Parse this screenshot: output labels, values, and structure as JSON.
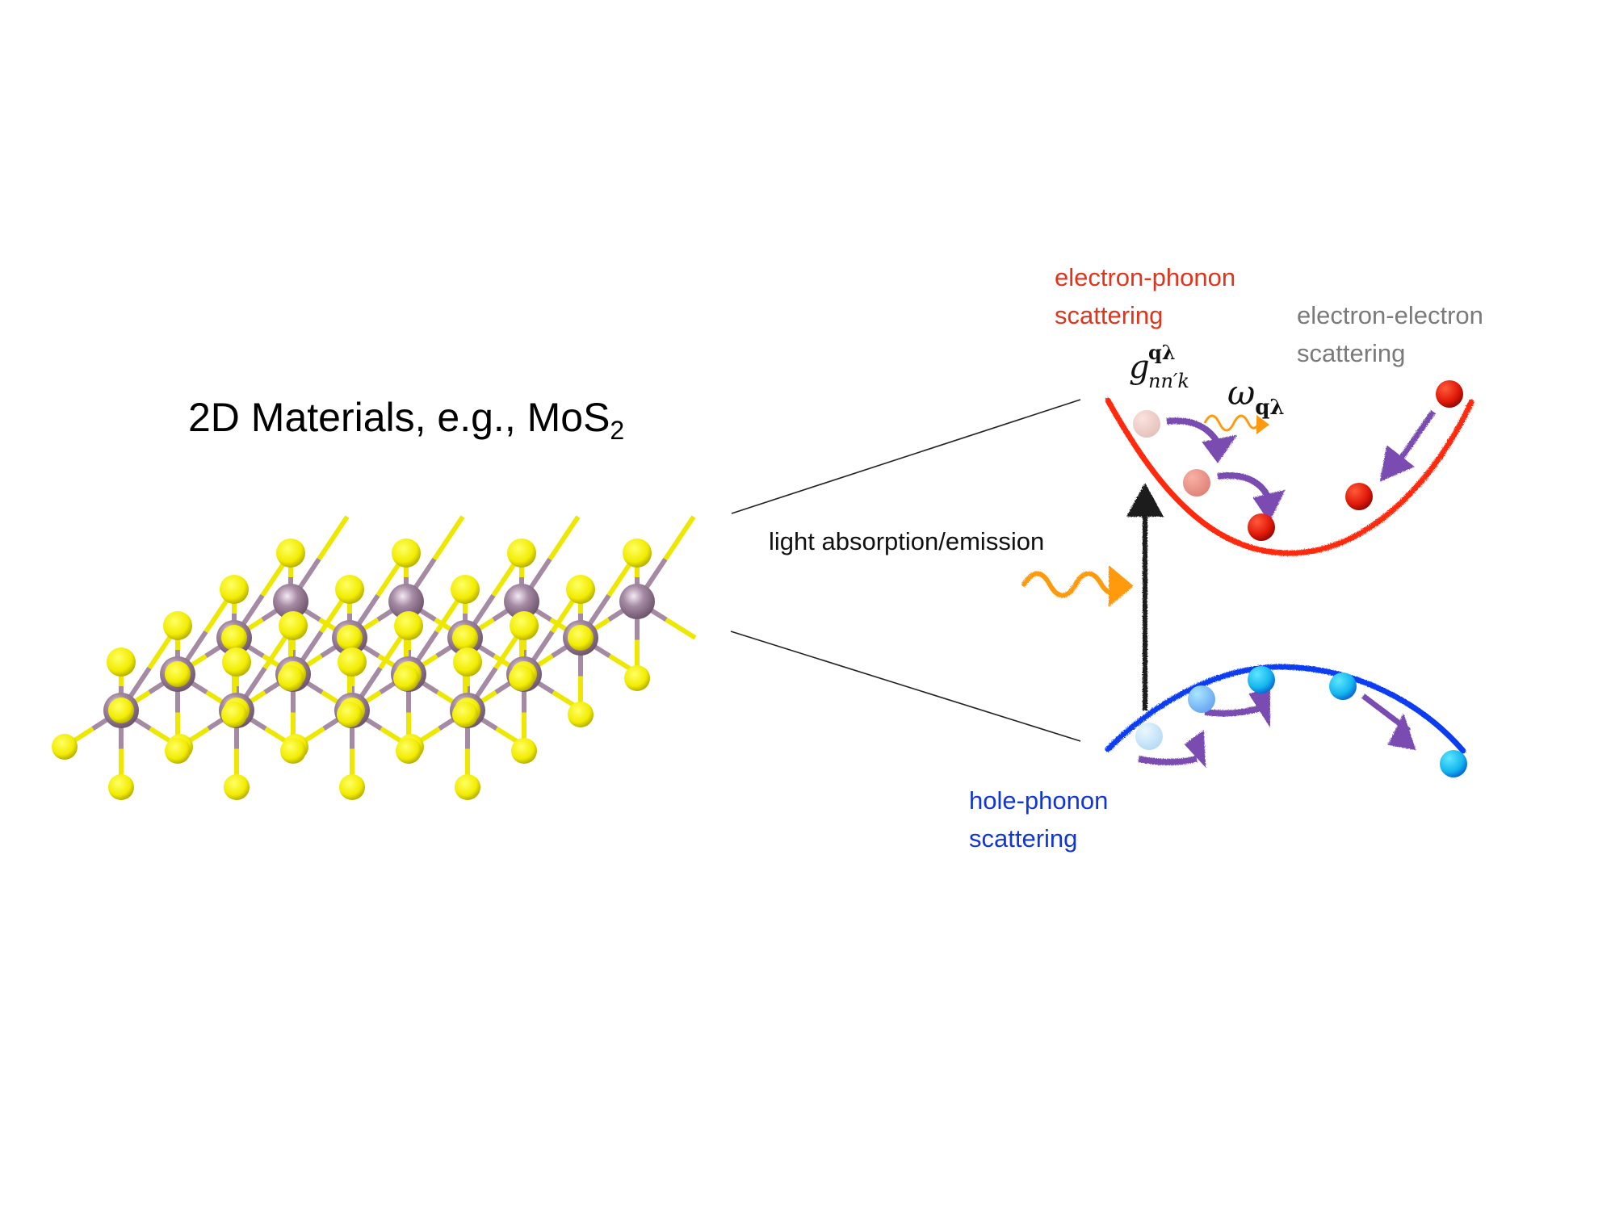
{
  "title": {
    "text": "2D Materials, e.g., MoS",
    "subscript": "2"
  },
  "labels": {
    "light": "light absorption/emission",
    "electron_phonon": [
      "electron-phonon",
      "scattering"
    ],
    "electron_electron": [
      "electron-electron",
      "scattering"
    ],
    "hole_phonon": [
      "hole-phonon",
      "scattering"
    ]
  },
  "math": {
    "coupling": {
      "base": "g",
      "sup": "qλ",
      "sub": "nn′k"
    },
    "phonon_freq": {
      "base": "ω",
      "sub": "qλ"
    }
  },
  "colors": {
    "conduction_band": "#ff2a10",
    "valence_band": "#0a3cf0",
    "electron": "#e31a0a",
    "hole": "#1fb8ef",
    "scatter_arrow": "#7a4bb0",
    "photon": "#ff9a10",
    "excitation_arrow": "#1a1a1a",
    "sulfur_atom": "#f5f000",
    "molybdenum_atom": "#9a7e98"
  },
  "icons": {
    "crystal": "mos2-lattice-icon",
    "photon": "wavy-arrow-icon",
    "excitation": "up-arrow-icon"
  }
}
